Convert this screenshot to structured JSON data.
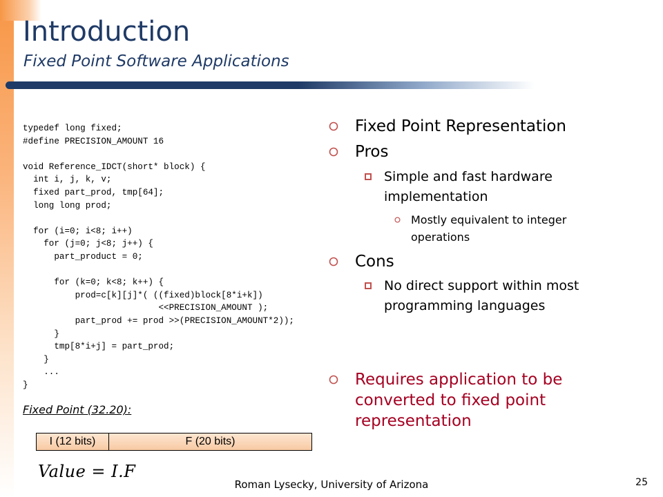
{
  "slide": {
    "title": "Introduction",
    "subtitle": "Fixed Point Software Applications",
    "code": "typedef long fixed;\n#define PRECISION_AMOUNT 16\n\nvoid Reference_IDCT(short* block) {\n  int i, j, k, v;\n  fixed part_prod, tmp[64];\n  long long prod;\n\n  for (i=0; i<8; i++)\n    for (j=0; j<8; j++) {\n      part_product = 0;\n\n      for (k=0; k<8; k++) {\n          prod=c[k][j]*( ((fixed)block[8*i+k])\n                          <<PRECISION_AMOUNT );\n          part_prod += prod >>(PRECISION_AMOUNT*2));\n      }\n      tmp[8*i+j] = part_prod;\n    }\n    ...\n}",
    "fixed_point_label": "Fixed Point (32.20):",
    "bit_fields": {
      "integer": "I (12 bits)",
      "fraction": "F (20 bits)"
    },
    "formula": "Value = I.F",
    "bullets": {
      "b1": "Fixed Point Representation",
      "b2": "Pros",
      "b2_1": "Simple and fast hardware implementation",
      "b2_1_1": "Mostly equivalent to integer operations",
      "b3": "Cons",
      "b3_1": "No direct support within most programming languages",
      "b4": "Requires application to be converted to fixed point representation"
    },
    "footer": "Roman Lysecky, University of Arizona",
    "page_number": "25",
    "colors": {
      "title": "#1f3a66",
      "accent": "#f79646",
      "highlight_text": "#a50021",
      "bullet_marker": "#c0504d"
    }
  }
}
